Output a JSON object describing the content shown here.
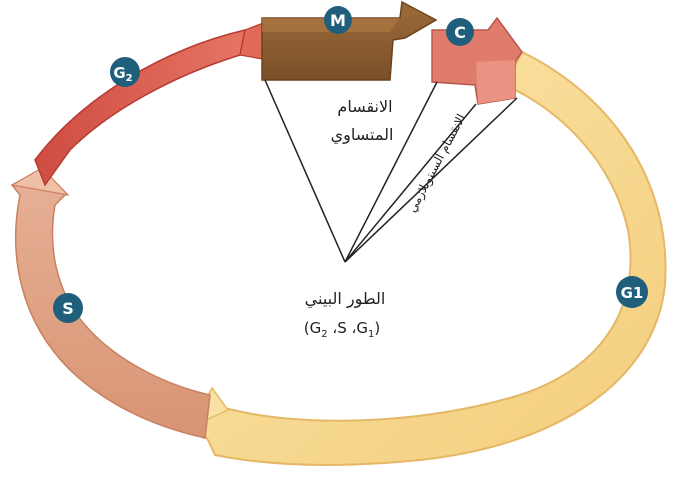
{
  "phases": {
    "m": "M",
    "c": "C",
    "g2": "G",
    "g2_sub": "2",
    "s": "S",
    "g1": "G1"
  },
  "labels": {
    "mitosis_line1": "الانقسام",
    "mitosis_line2": "المتساوي",
    "cytokinesis": "الانقسام السيتوبلازمي",
    "interphase_line1": "الطور البيني",
    "interphase_line2": "(G",
    "interphase_line2_sub1": "2",
    "interphase_line2_mid": " ،S ،G",
    "interphase_line2_sub2": "1",
    "interphase_line2_end": ")"
  },
  "colors": {
    "badge": "#1f5f7c",
    "g1": "#f8dc94",
    "s": "#dea283",
    "g2": "#d8574b",
    "m": "#8d5e2f",
    "c": "#e07c6c"
  }
}
